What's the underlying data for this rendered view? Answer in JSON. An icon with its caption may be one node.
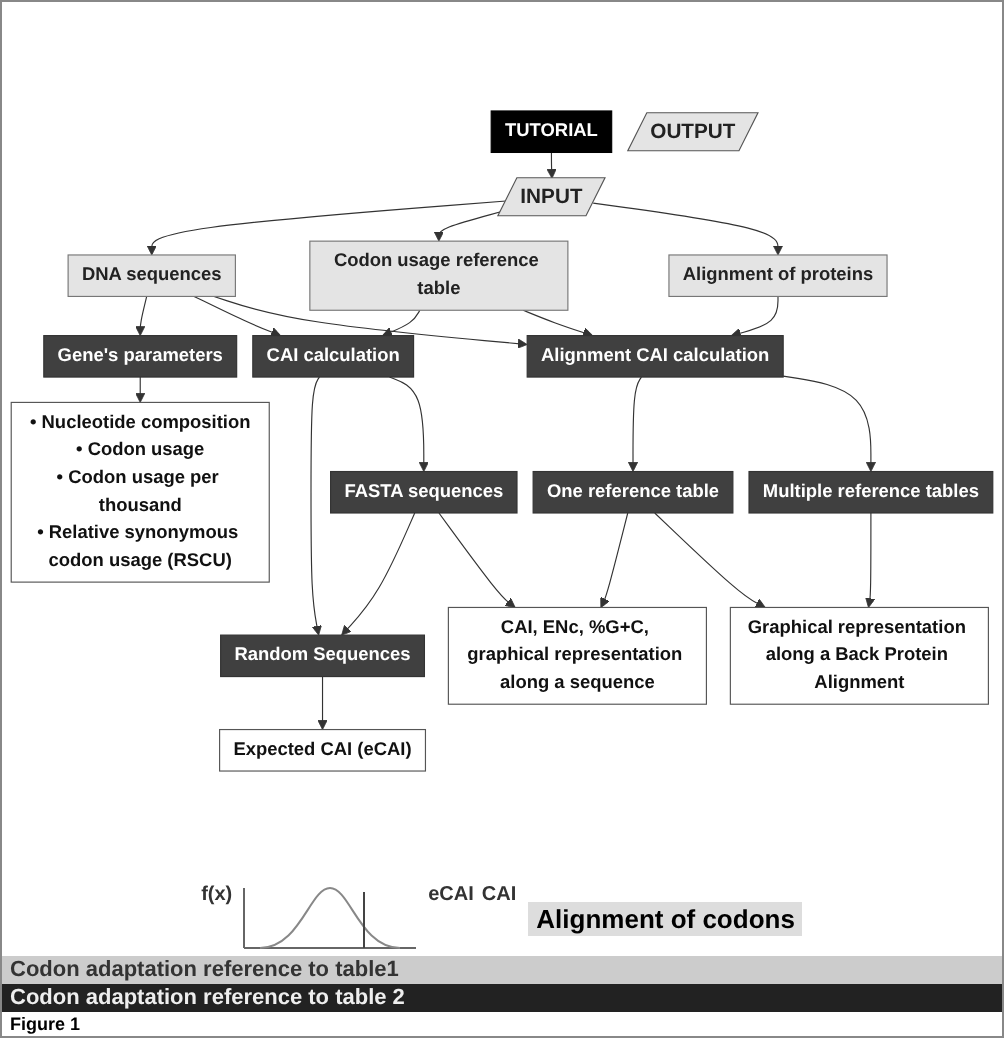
{
  "diagram": {
    "caption": "Figure 1",
    "nodes": [
      {
        "text": [
          "INPUT"
        ]
      },
      {
        "text": [
          "TUTORIAL"
        ]
      },
      {
        "text": [
          "DNA sequences"
        ]
      },
      {
        "text": [
          "Codon usage reference table"
        ]
      },
      {
        "text": [
          "Alignment of proteins"
        ]
      },
      {
        "text": [
          "Gene's parameters"
        ]
      },
      {
        "text": [
          "CAI calculation"
        ]
      },
      {
        "text": [
          "Alignment CAI calculation"
        ]
      },
      {
        "text": [
          "Random Sequences"
        ]
      },
      {
        "text": [
          "FASTA sequences"
        ]
      },
      {
        "text": [
          "One reference table"
        ]
      },
      {
        "text": [
          "Multiple reference tables"
        ]
      },
      {
        "text": [
          "OUTPUT"
        ]
      },
      {
        "text": [
          "• Nucleotide composition",
          "• Codon usage",
          "• Codon usage per thousand",
          "• Relative synonymous codon usage (RSCU)"
        ]
      },
      {
        "text": [
          "Expected CAI (eCAI)"
        ]
      },
      {
        "text": [
          "CAI, ENc, %G+C, graphical representation along a sequence"
        ]
      },
      {
        "text": [
          "Graphical representation along a Back Protein Alignment"
        ]
      }
    ],
    "edges": [
      {
        "from": 1,
        "to": 0,
        "arrow": "to"
      },
      {
        "from": 0,
        "to": 2,
        "arrow": "to"
      },
      {
        "from": 0,
        "to": 3,
        "arrow": "to"
      },
      {
        "from": 0,
        "to": 4,
        "arrow": "to"
      },
      {
        "from": 2,
        "to": 5,
        "arrow": "to"
      },
      {
        "from": 2,
        "to": 6,
        "arrow": "to"
      },
      {
        "from": 2,
        "to": 7,
        "arrow": "to"
      },
      {
        "from": 3,
        "to": 6,
        "arrow": "to"
      },
      {
        "from": 3,
        "to": 7,
        "arrow": "to"
      },
      {
        "from": 4,
        "to": 7,
        "arrow": "to"
      },
      {
        "from": 6,
        "to": 8,
        "arrow": "to"
      },
      {
        "from": 6,
        "to": 9,
        "arrow": "to"
      },
      {
        "from": 9,
        "to": 8,
        "arrow": "to"
      },
      {
        "from": 7,
        "to": 10,
        "arrow": "to"
      },
      {
        "from": 7,
        "to": 11,
        "arrow": "to"
      },
      {
        "from": 5,
        "to": 13,
        "arrow": "to"
      },
      {
        "from": 8,
        "to": 14,
        "arrow": "to"
      },
      {
        "from": 9,
        "to": 15,
        "arrow": "to"
      },
      {
        "from": 10,
        "to": 15,
        "arrow": "to"
      },
      {
        "from": 10,
        "to": 16,
        "arrow": "to"
      },
      {
        "from": 11,
        "to": 16,
        "arrow": "to"
      }
    ],
    "labels": [
      "eCAI",
      "f(x)",
      "CAI",
      "Alignment of codons",
      "Codon adaptation reference to table1",
      "Codon adaptation reference to table 2"
    ]
  }
}
